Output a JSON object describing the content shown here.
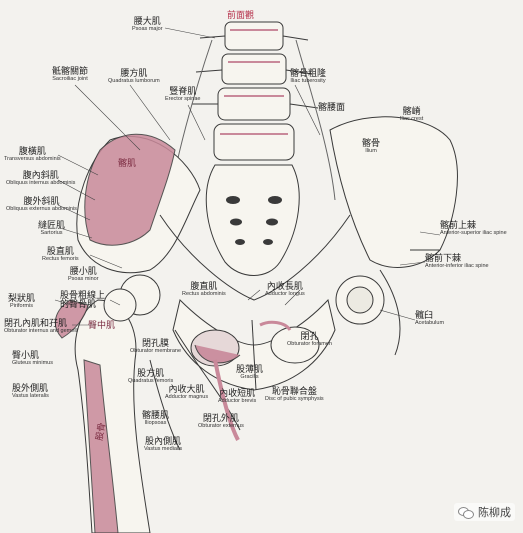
{
  "header": {
    "title": "前面觀"
  },
  "labels": {
    "psoas_major": {
      "zh": "腰大肌",
      "en": "Psoas major"
    },
    "sacroiliac": {
      "zh": "骶髂關節",
      "en": "Sacroiliac joint"
    },
    "quadratus_lumborum": {
      "zh": "腰方肌",
      "en": "Quadratus lumborum"
    },
    "erector_spinae": {
      "zh": "豎脊肌",
      "en": "Erector spinae"
    },
    "iliac_tuberosity": {
      "zh": "髂骨粗隆",
      "en": "Iliac tuberosity"
    },
    "iliac_surface": {
      "zh": "髂腰面"
    },
    "iliac_crest": {
      "zh": "髂嵴",
      "en": "Iliac crest"
    },
    "ilium": {
      "zh": "髂骨",
      "en": "Ilium"
    },
    "transversus": {
      "zh": "腹橫肌",
      "en": "Transversus abdominis"
    },
    "internal_oblique": {
      "zh": "腹內斜肌",
      "en": "Obliquus internus abdominis"
    },
    "external_oblique": {
      "zh": "腹外斜肌",
      "en": "Obliquus externus abdominis"
    },
    "sartorius": {
      "zh": "縫匠肌",
      "en": "Sartorius"
    },
    "rectus_femoris": {
      "zh": "股直肌",
      "en": "Rectus femoris"
    },
    "psoas_minor": {
      "zh": "腰小肌",
      "en": "Psoas minor"
    },
    "asis": {
      "zh": "髂前上棘",
      "en": "Anterior-superior iliac spine"
    },
    "aiis": {
      "zh": "髂前下棘",
      "en": "Anterior-inferior iliac spine"
    },
    "piriformis": {
      "zh": "梨狀肌",
      "en": "Piriformis"
    },
    "gluteus_medius_line": {
      "zh": "股骨粗線上的臀骨肌"
    },
    "obturator_internus": {
      "zh": "閉孔內肌和孖肌",
      "en": "Obturator internus and gemelli"
    },
    "gluteus_minimus": {
      "zh": "臀小肌",
      "en": "Gluteus minimus"
    },
    "vastus_lateralis": {
      "zh": "股外側肌",
      "en": "Vastus lateralis"
    },
    "rectus_abdominis": {
      "zh": "腹直肌",
      "en": "Rectus abdominis"
    },
    "adductor_longus": {
      "zh": "內收長肌",
      "en": "Adductor longus"
    },
    "acetabulum": {
      "zh": "髖臼",
      "en": "Acetabulum"
    },
    "obturator_foramen": {
      "zh": "閉孔",
      "en": "Obturator foramen"
    },
    "obturator_membrane": {
      "zh": "閉孔膜",
      "en": "Obturator membrane"
    },
    "quadratus_femoris": {
      "zh": "股方肌",
      "en": "Quadratus femoris"
    },
    "adductor_magnus": {
      "zh": "內收大肌",
      "en": "Adductor magnus"
    },
    "gracilis": {
      "zh": "股薄肌",
      "en": "Gracilis"
    },
    "pubic_disc": {
      "zh": "恥骨聯合盤",
      "en": "Disc of pubic symphysis"
    },
    "adductor_brevis": {
      "zh": "內收短肌",
      "en": "Adductor brevis"
    },
    "obturator_externus": {
      "zh": "閉孔外肌",
      "en": "Obturator externus"
    },
    "iliopsoas": {
      "zh": "髂腰肌",
      "en": "Iliopsoas"
    },
    "vastus_medialis": {
      "zh": "股內側肌",
      "en": "Vastus medialis"
    },
    "region_iliacus": {
      "zh": "髂肌"
    },
    "region_gluteus": {
      "zh": "臀中肌"
    },
    "region_femur": {
      "zh": "股骨"
    }
  },
  "watermark": {
    "text": "陈柳成",
    "icon": "wechat-icon"
  },
  "colors": {
    "muscle": "#c9899a",
    "muscle_dark": "#b56b80",
    "bone": "#f7f5ef",
    "line": "#3a3a3a",
    "title": "#b5304a"
  }
}
